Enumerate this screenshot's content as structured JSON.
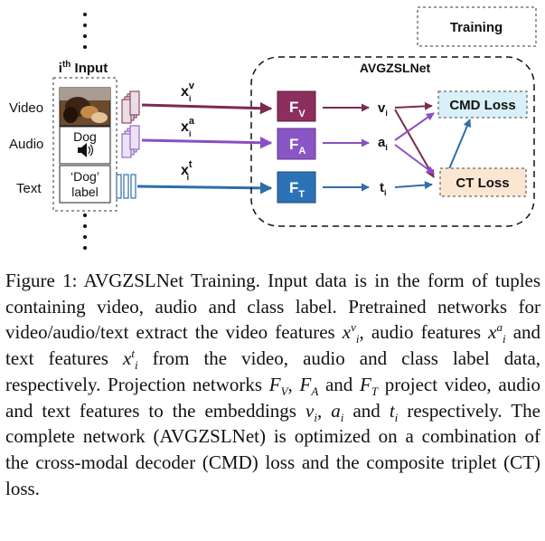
{
  "figure": {
    "training_label": "Training",
    "network_label": "AVGZSLNet",
    "input_title_sup": "th",
    "input_title_prefix": "i",
    "input_title_rest": " Input",
    "modalities": [
      "Video",
      "Audio",
      "Text"
    ],
    "audio_box_word": "Dog",
    "text_box_line1": "‘Dog’",
    "text_box_line2": "label",
    "features": [
      {
        "base": "x",
        "sub": "i",
        "sup": "v"
      },
      {
        "base": "x",
        "sub": "i",
        "sup": "a"
      },
      {
        "base": "x",
        "sub": "i",
        "sup": "t"
      }
    ],
    "projections": [
      {
        "base": "F",
        "sub": "V"
      },
      {
        "base": "F",
        "sub": "A"
      },
      {
        "base": "F",
        "sub": "T"
      }
    ],
    "embeddings": [
      {
        "base": "v",
        "sub": "i"
      },
      {
        "base": "a",
        "sub": "i"
      },
      {
        "base": "t",
        "sub": "i"
      }
    ],
    "losses": [
      "CMD Loss",
      "CT Loss"
    ],
    "colors": {
      "video": "#7b2a52",
      "audio": "#8a4fc0",
      "text": "#2f6ea8",
      "cmd_box": "#d8f0f7",
      "ct_box": "#fbe6d2",
      "fv_box": "#8c2f5e",
      "fa_box": "#8a56c6",
      "ft_box": "#2d72b5"
    }
  },
  "caption": {
    "label": "Figure 1:",
    "title": "AVGZSLNet Training.",
    "text_1": "Input data is in the form of tuples containing video, audio and class label. Pretrained networks for video/audio/text extract the video features",
    "text_2": ", audio features",
    "text_3": "and text features",
    "text_4": "from the video, audio and class label data, respectively. Projection networks",
    "text_5": "and",
    "text_6": "project video, audio and text features to the embeddings",
    "text_7": "and",
    "text_8": "respectively. The complete network (AVGZSLNet) is optimized on a combination of the cross-modal decoder (CMD) loss and the composite triplet (CT) loss.",
    "sym": {
      "x": "x",
      "i": "i",
      "v": "v",
      "a": "a",
      "t": "t",
      "F": "F",
      "V": "V",
      "A": "A",
      "T": "T",
      "comma": ","
    }
  }
}
